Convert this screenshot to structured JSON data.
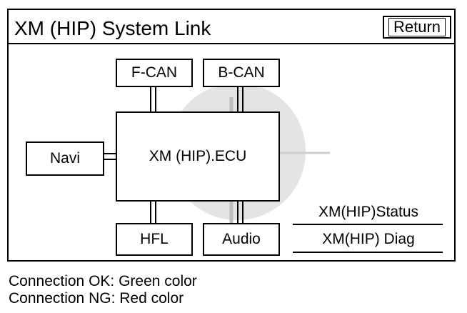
{
  "screen": {
    "title": "XM (HIP) System Link",
    "return_label": "Return"
  },
  "nodes": {
    "fcan": "F-CAN",
    "bcan": "B-CAN",
    "navi": "Navi",
    "ecu": "XM (HIP).ECU",
    "hfl": "HFL",
    "audio": "Audio"
  },
  "links": {
    "status": "XM(HIP)Status",
    "diag": "XM(HIP) Diag"
  },
  "legend": {
    "ok": "Connection OK: Green color",
    "ng": "Connection NG: Red color"
  },
  "colors": {
    "background": "#ffffff",
    "border": "#000000",
    "watermark": "#e4e4e4"
  }
}
